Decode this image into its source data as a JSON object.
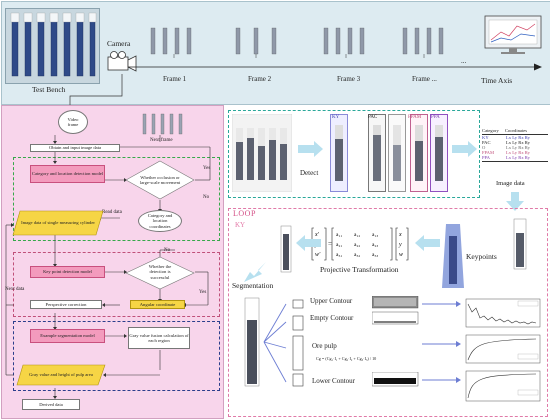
{
  "top": {
    "camera_label": "Camera",
    "bench_label": "Test Bench",
    "frames": [
      "Frame 1",
      "Frame 2",
      "Frame 3",
      "Frame ..."
    ],
    "axis_label": "Time Axis",
    "ellipsis": "..."
  },
  "flow": {
    "video_frame": "Video frame",
    "next_frame": "Next frame",
    "obtain_input": "Obtain and input image data",
    "cat_loc_model": "Category and location detection model",
    "occlusion_q": "Whether occlusion or large-scale movement",
    "yes1": "Yes",
    "no1": "No",
    "read_data": "Read data",
    "cat_loc_coords": "Category and location coordinates",
    "single_cyl": "Image data of single measuring cylinder",
    "keypoint_model": "Key point detection model",
    "success_q": "Whether the detection is successful",
    "no2": "No",
    "yes2": "Yes",
    "angular": "Angular coordinate",
    "perspective": "Perspective correction",
    "next_data": "Next data",
    "seg_model": "Example segmentation model",
    "gray_fusion": "Gray value fusion calculation of each region",
    "gray_height": "Gray value and height of pulp area",
    "derived": "Derived data"
  },
  "right": {
    "tags": [
      "KY",
      "PAC",
      "FPAM",
      "PPA"
    ],
    "detect": "Detect",
    "image_data": "Image data",
    "table_headers": [
      "Category",
      "Coordinates"
    ],
    "table_rows": [
      [
        "KY",
        "Lx Ly Rx Ry"
      ],
      [
        "PAC",
        "Lx Ly Rx Ry"
      ],
      [
        "O",
        "Lx Ly Rx Ry"
      ],
      [
        "FPAM",
        "Lx Ly Rx Ry"
      ],
      [
        "PPA",
        "Lx Ly Rx Ry"
      ]
    ],
    "loop": "LOOP",
    "ky_tag": "KY",
    "keypoints": "Keypoints",
    "projective": "Projective Transformation",
    "matrix": [
      "a₁₁",
      "a₁₂",
      "a₁₃",
      "a₂₁",
      "a₂₂",
      "a₂₃",
      "a₃₁",
      "a₃₂",
      "a₃₃"
    ],
    "vec_left": [
      "x'",
      "y'",
      "w'"
    ],
    "vec_right": [
      "x",
      "y",
      "w"
    ],
    "segmentation": "Segmentation",
    "upper_contour": "Upper Contour",
    "empty_contour": "Empty Contour",
    "ore_pulp": "Ore pulp",
    "lower_contour": "Lower Contour",
    "formula": "Cg = (Cg₁·I₁ + Cg₂·I₂ + Cg₃·I₃) / 10"
  }
}
